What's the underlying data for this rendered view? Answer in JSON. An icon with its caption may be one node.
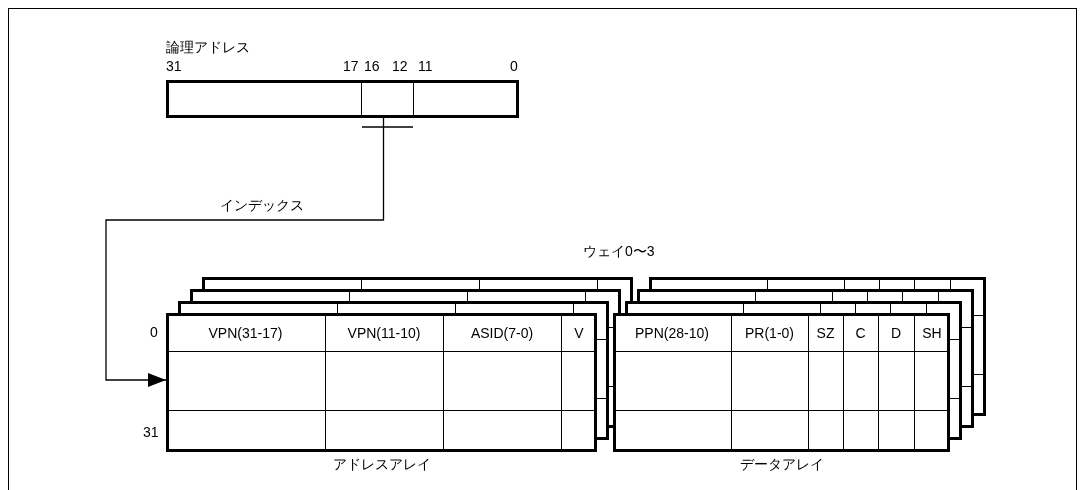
{
  "diagram": {
    "nodes": [
      {
        "text": [
          "論理アドレス"
        ]
      },
      {
        "text": [],
        "shape": "box",
        "in": 0
      },
      {
        "text": [
          "アドレスアレイ"
        ]
      },
      {
        "text": [
          "データアレイ"
        ]
      }
    ],
    "edges": [
      {
        "from": 1,
        "to": 2,
        "arrow": "to",
        "label": "インデックス"
      }
    ],
    "labels": [
      "31",
      "17",
      "16",
      "12",
      "11",
      "0",
      "ウェイ0〜3",
      "0",
      "VPN(31-17)",
      "VPN(11-10)",
      "ASID(7-0)",
      "V",
      "PPN(28-10)",
      "PR(1-0)",
      "SZ",
      "C",
      "D",
      "SH",
      "31"
    ]
  }
}
